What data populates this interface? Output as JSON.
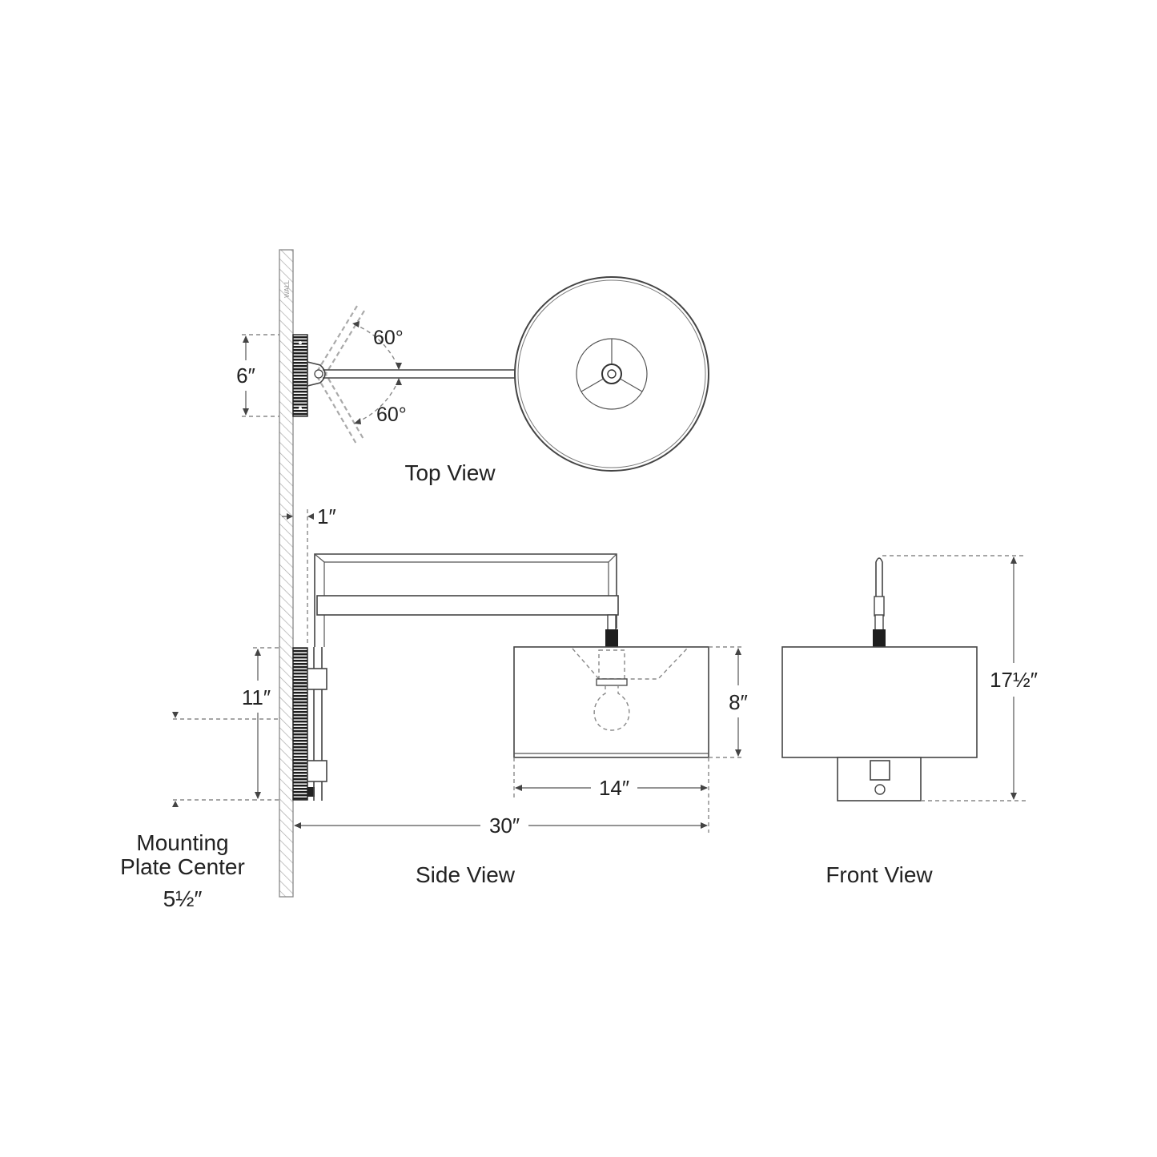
{
  "labels": {
    "wall": "WALL",
    "top_view": "Top View",
    "side_view": "Side View",
    "front_view": "Front View",
    "mounting_line1": "Mounting",
    "mounting_line2": "Plate Center",
    "mounting_value": "5½″"
  },
  "dimensions": {
    "plate_width": "6″",
    "swing_up": "60°",
    "swing_down": "60°",
    "arm_offset": "1″",
    "plate_height": "11″",
    "shade_height": "8″",
    "shade_diameter": "14″",
    "extension": "30″",
    "overall_height": "17½″"
  },
  "colors": {
    "line": "#444444",
    "backplate": "#222222",
    "dashed": "#888888",
    "text": "#222222"
  }
}
